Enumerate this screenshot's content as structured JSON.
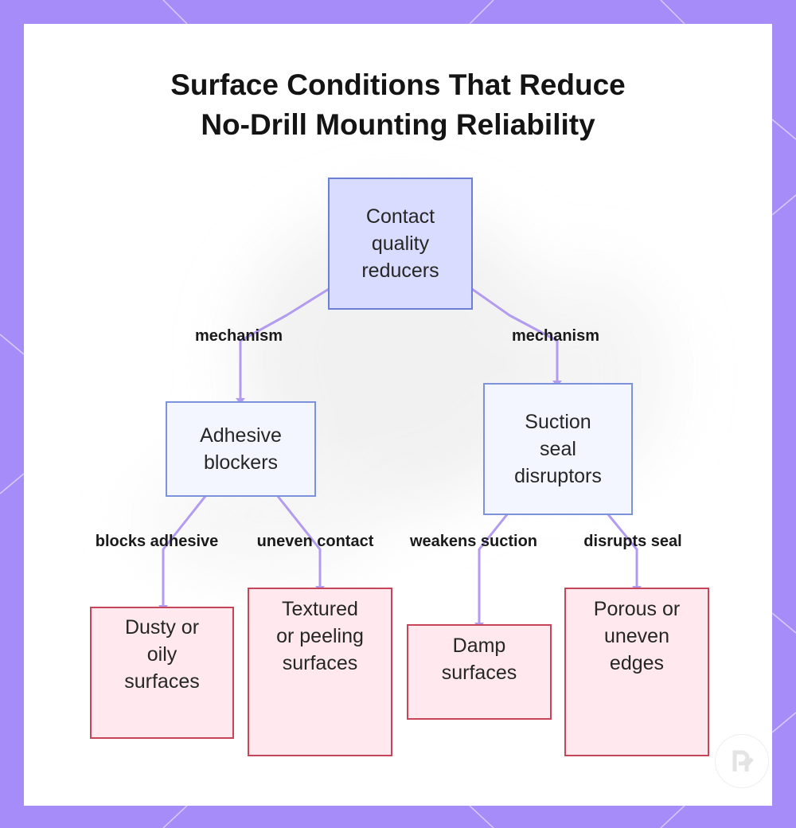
{
  "title_lines": [
    "Surface Conditions That Reduce",
    "No-Drill Mounting Reliability"
  ],
  "colors": {
    "frame": "#a58cf8",
    "connector": "#b39cf0",
    "root_fill": "#d9dbff",
    "root_border": "#6b7fd8",
    "mid_fill": "#f3f6ff",
    "mid_border": "#7d92dd",
    "leaf_fill": "#ffe9ee",
    "leaf_border": "#c84459"
  },
  "nodes": {
    "root": "Contact\nquality\nreducers",
    "adhesive": "Adhesive\nblockers",
    "suction": "Suction\nseal\ndisruptors",
    "dusty": "Dusty or\noily\nsurfaces",
    "textured": "Textured\nor peeling\nsurfaces",
    "damp": "Damp\nsurfaces",
    "porous": "Porous or\nuneven\nedges"
  },
  "edges": {
    "root_adhesive": "mechanism",
    "root_suction": "mechanism",
    "adhesive_dusty": "blocks adhesive",
    "adhesive_textured": "uneven contact",
    "suction_damp": "weakens suction",
    "suction_porous": "disrupts seal"
  }
}
